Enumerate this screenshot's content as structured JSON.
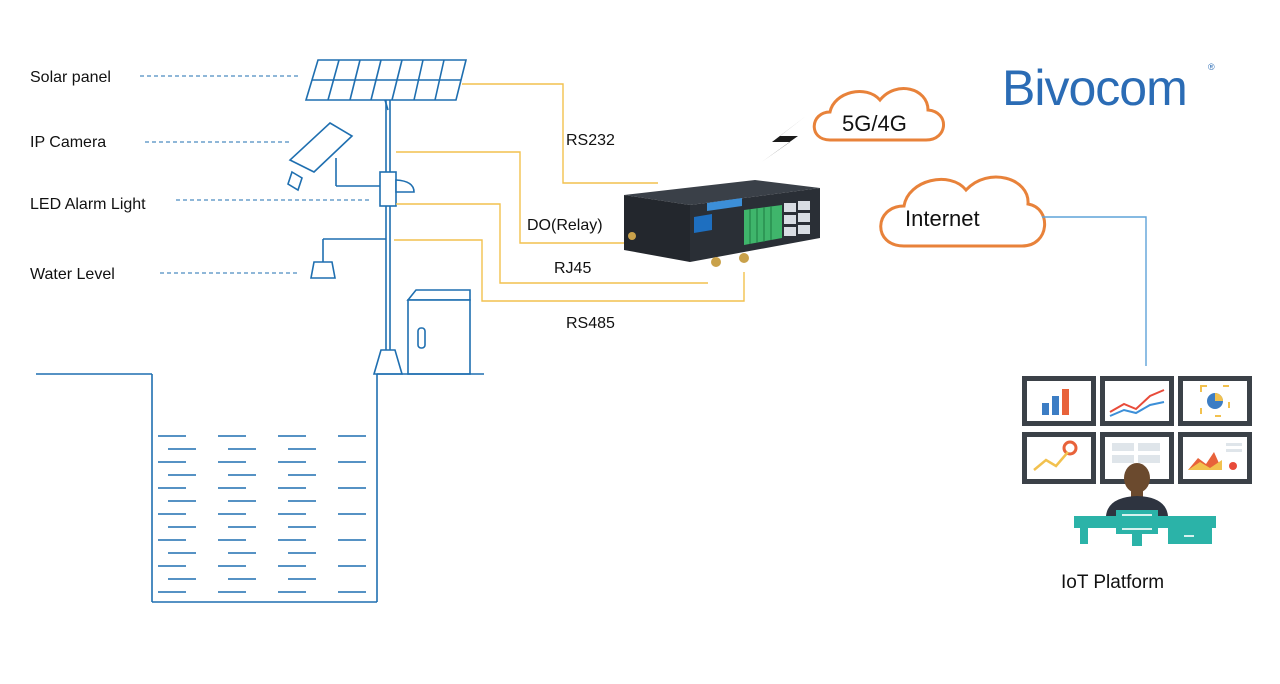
{
  "brand": {
    "name": "Bivocom",
    "registered": "®"
  },
  "device_labels": {
    "solar_panel": "Solar panel",
    "ip_camera": "IP Camera",
    "led_alarm": "LED Alarm Light",
    "water_level": "Water Level"
  },
  "interfaces": {
    "rs232": "RS232",
    "do_relay": "DO(Relay)",
    "rj45": "RJ45",
    "rs485": "RS485"
  },
  "network": {
    "cellular": "5G/4G",
    "internet": "Internet"
  },
  "platform": {
    "label": "IoT Platform"
  },
  "colors": {
    "line_blue": "#1f6fb0",
    "wire_yellow": "#f2c14e",
    "cloud_orange": "#e8823a",
    "brand_blue": "#2b6cb5",
    "router_dark": "#2a2f36",
    "terminal_green": "#3fb56b",
    "desk_teal": "#2bb3a8"
  },
  "icons": [
    "lightning-icon",
    "cloud-icon",
    "router-icon",
    "monitor-wall-icon",
    "operator-icon"
  ]
}
